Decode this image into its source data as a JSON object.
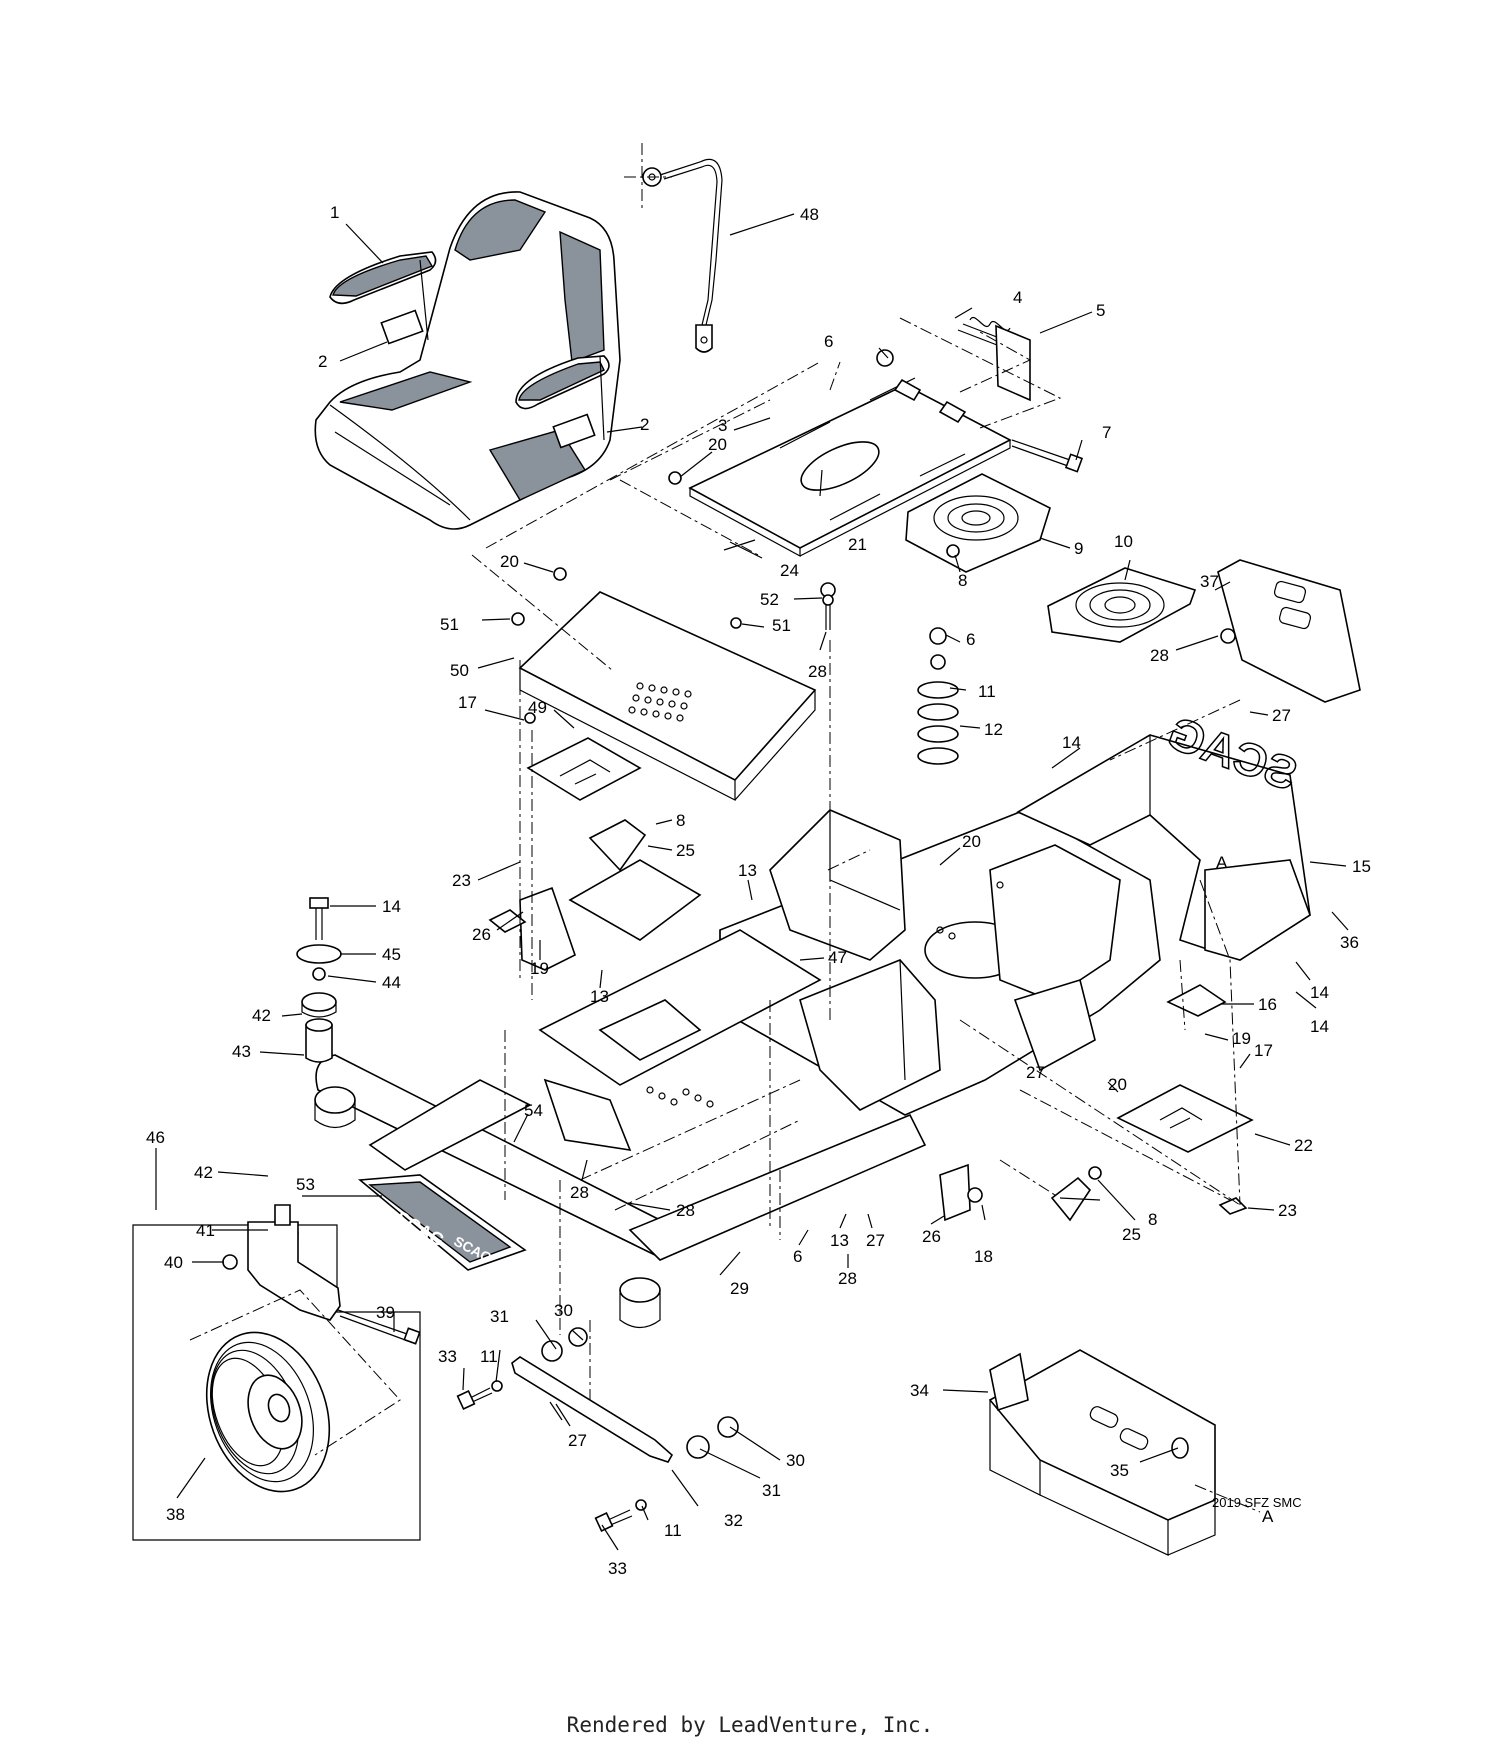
{
  "diagram": {
    "drawing_code": "2019 SFZ SMC",
    "footer": "Rendered by LeadVenture, Inc.",
    "brand_marks": [
      "SCAG",
      "SCAG",
      "SCAG"
    ],
    "reference_marks": [
      "A",
      "A"
    ],
    "callouts": [
      {
        "label": "1"
      },
      {
        "label": "2"
      },
      {
        "label": "2"
      },
      {
        "label": "3"
      },
      {
        "label": "4"
      },
      {
        "label": "5"
      },
      {
        "label": "6"
      },
      {
        "label": "7"
      },
      {
        "label": "8"
      },
      {
        "label": "9"
      },
      {
        "label": "10"
      },
      {
        "label": "48"
      },
      {
        "label": "20"
      },
      {
        "label": "21"
      },
      {
        "label": "24"
      },
      {
        "label": "52"
      },
      {
        "label": "28"
      },
      {
        "label": "20"
      },
      {
        "label": "51"
      },
      {
        "label": "51"
      },
      {
        "label": "50"
      },
      {
        "label": "17"
      },
      {
        "label": "49"
      },
      {
        "label": "6"
      },
      {
        "label": "11"
      },
      {
        "label": "12"
      },
      {
        "label": "37"
      },
      {
        "label": "28"
      },
      {
        "label": "27"
      },
      {
        "label": "14"
      },
      {
        "label": "8"
      },
      {
        "label": "25"
      },
      {
        "label": "13"
      },
      {
        "label": "20"
      },
      {
        "label": "15"
      },
      {
        "label": "23"
      },
      {
        "label": "26"
      },
      {
        "label": "19"
      },
      {
        "label": "13"
      },
      {
        "label": "47"
      },
      {
        "label": "14"
      },
      {
        "label": "45"
      },
      {
        "label": "44"
      },
      {
        "label": "42"
      },
      {
        "label": "43"
      },
      {
        "label": "36"
      },
      {
        "label": "14"
      },
      {
        "label": "14"
      },
      {
        "label": "16"
      },
      {
        "label": "19"
      },
      {
        "label": "20"
      },
      {
        "label": "27"
      },
      {
        "label": "17"
      },
      {
        "label": "22"
      },
      {
        "label": "23"
      },
      {
        "label": "54"
      },
      {
        "label": "28"
      },
      {
        "label": "28"
      },
      {
        "label": "46"
      },
      {
        "label": "42"
      },
      {
        "label": "53"
      },
      {
        "label": "41"
      },
      {
        "label": "40"
      },
      {
        "label": "6"
      },
      {
        "label": "13"
      },
      {
        "label": "27"
      },
      {
        "label": "26"
      },
      {
        "label": "18"
      },
      {
        "label": "25"
      },
      {
        "label": "8"
      },
      {
        "label": "28"
      },
      {
        "label": "29"
      },
      {
        "label": "30"
      },
      {
        "label": "31"
      },
      {
        "label": "39"
      },
      {
        "label": "33"
      },
      {
        "label": "11"
      },
      {
        "label": "27"
      },
      {
        "label": "30"
      },
      {
        "label": "31"
      },
      {
        "label": "32"
      },
      {
        "label": "11"
      },
      {
        "label": "33"
      },
      {
        "label": "38"
      },
      {
        "label": "34"
      },
      {
        "label": "35"
      }
    ]
  }
}
